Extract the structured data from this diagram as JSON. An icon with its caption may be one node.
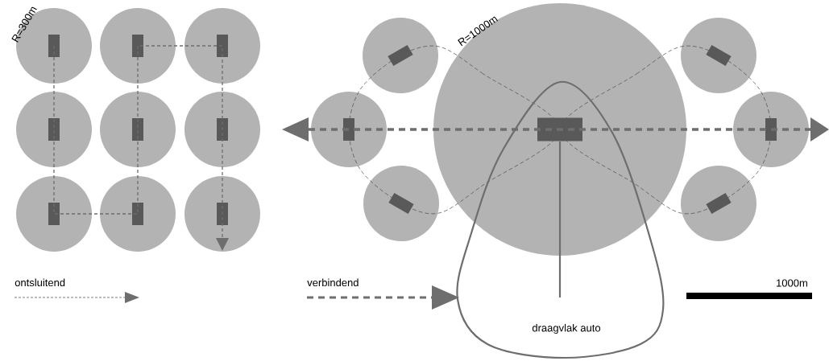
{
  "diagram": {
    "nodes": [
      {
        "text": [
          "draagvlak auto"
        ]
      }
    ],
    "labels": [
      "R=300m",
      "R=1000m",
      "1000m"
    ],
    "legend": [
      {
        "text": "ontsluitend"
      },
      {
        "text": "verbindend"
      }
    ]
  }
}
